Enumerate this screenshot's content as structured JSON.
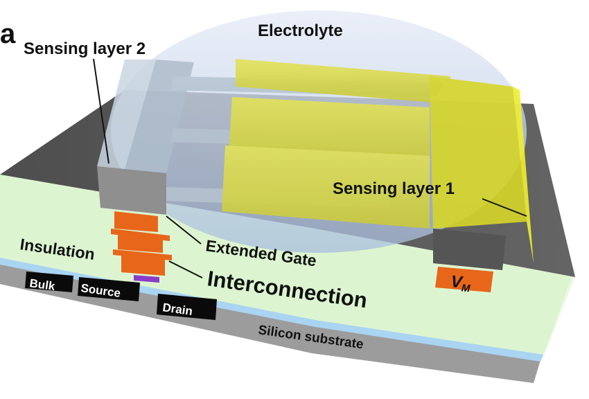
{
  "figure": {
    "panel_letter": "a",
    "labels": {
      "electrolyte": "Electrolyte",
      "sensing_layer_2": "Sensing layer 2",
      "sensing_layer_1": "Sensing layer 1",
      "insulation": "Insulation",
      "extended_gate": "Extended Gate",
      "interconnection": "Interconnection",
      "bulk": "Bulk",
      "source": "Source",
      "drain": "Drain",
      "silicon_substrate": "Silicon substrate",
      "vm_main": "V",
      "vm_sub": "M"
    },
    "colors": {
      "insulation_green": "#dcf5d0",
      "top_surface_gray": "#5a5a5a",
      "substrate_gray": "#9a9a9a",
      "oxide_blue": "#a9d4f2",
      "electrolyte_blue": "#c8d6ee",
      "gold_electrode": "#d6d629",
      "gate_gray": "#b8c4cc",
      "interconnect_orange": "#e8661a",
      "contact_purple": "#8a3cc8",
      "terminal_black": "#0a0a0a"
    }
  }
}
